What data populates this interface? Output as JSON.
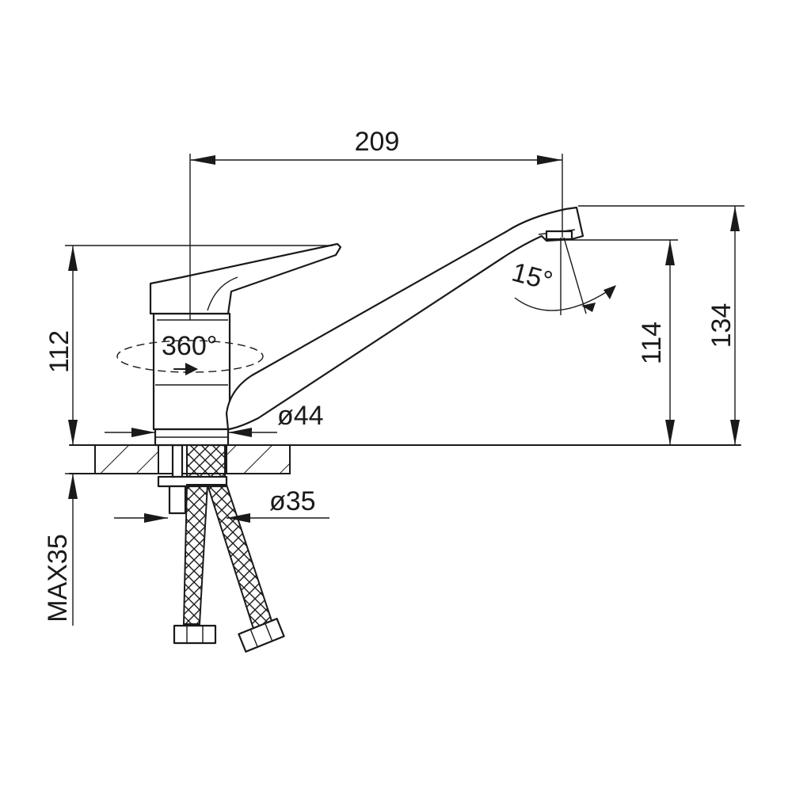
{
  "dimensions": {
    "spout_reach": "209",
    "spout_height": "114",
    "total_height": "134",
    "body_height": "112",
    "rotation_angle": "360°",
    "spray_angle": "15°",
    "body_diameter": "ø44",
    "hole_diameter": "ø35",
    "max_thickness": "MAX35"
  }
}
